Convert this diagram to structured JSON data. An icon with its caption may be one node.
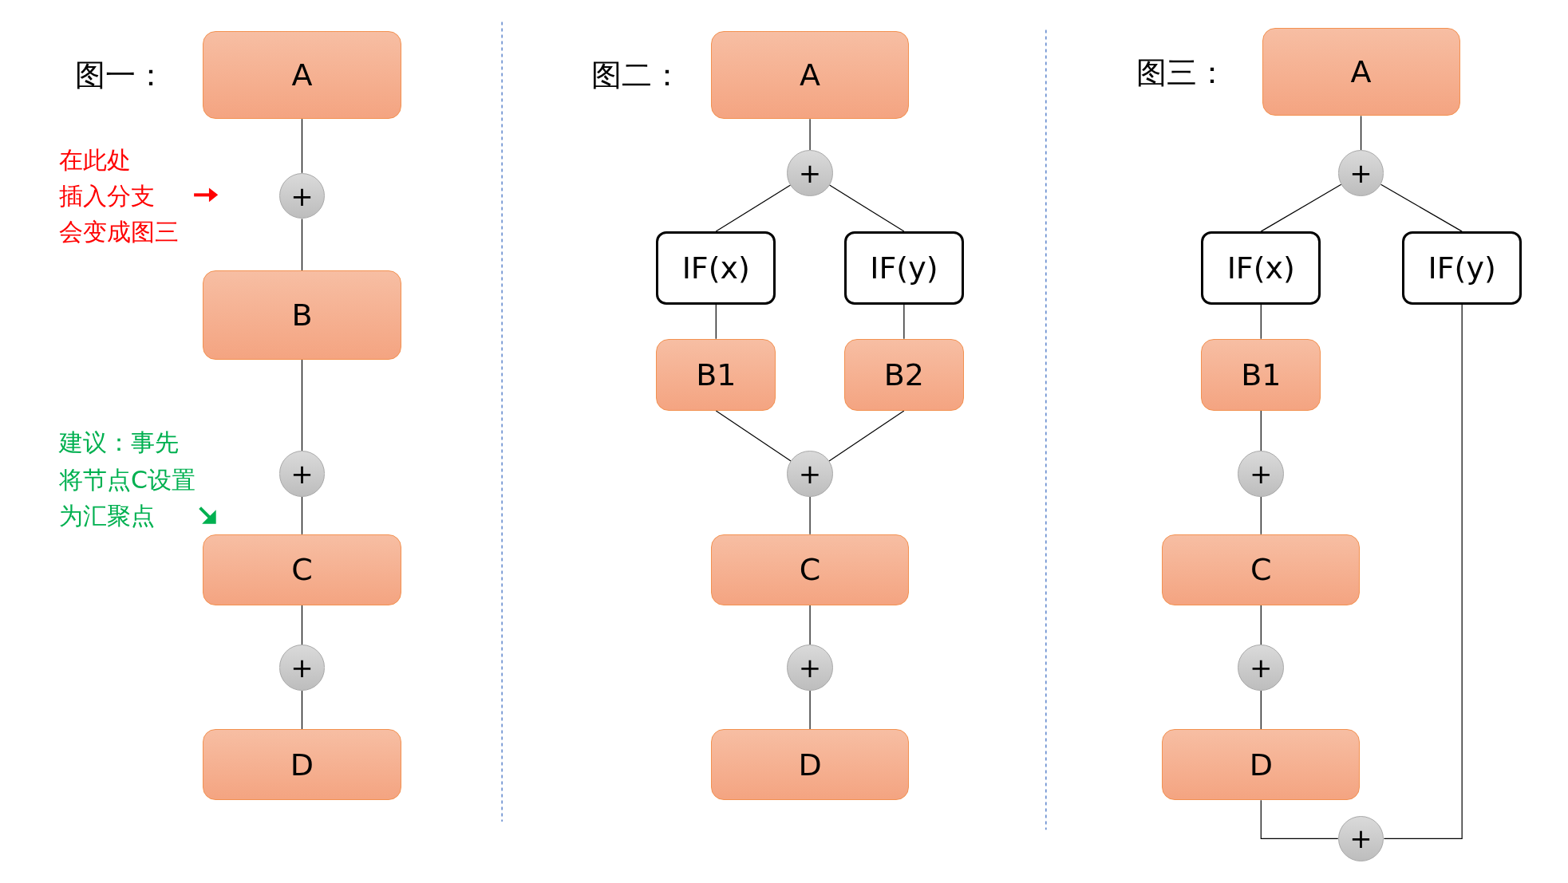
{
  "diagram": {
    "nodes": [
      {
        "text": [
          "A"
        ]
      },
      {
        "text": [
          "+"
        ]
      },
      {
        "text": [
          "B"
        ]
      },
      {
        "text": [
          "+"
        ]
      },
      {
        "text": [
          "C"
        ]
      },
      {
        "text": [
          "+"
        ]
      },
      {
        "text": [
          "D"
        ]
      },
      {
        "text": [
          "A"
        ]
      },
      {
        "text": [
          "+"
        ]
      },
      {
        "text": [
          "IF(x)"
        ]
      },
      {
        "text": [
          "IF(y)"
        ]
      },
      {
        "text": [
          "B1"
        ]
      },
      {
        "text": [
          "B2"
        ]
      },
      {
        "text": [
          "+"
        ]
      },
      {
        "text": [
          "C"
        ]
      },
      {
        "text": [
          "+"
        ]
      },
      {
        "text": [
          "D"
        ]
      },
      {
        "text": [
          "A"
        ]
      },
      {
        "text": [
          "+"
        ]
      },
      {
        "text": [
          "IF(x)"
        ]
      },
      {
        "text": [
          "IF(y)"
        ]
      },
      {
        "text": [
          "B1"
        ]
      },
      {
        "text": [
          "+"
        ]
      },
      {
        "text": [
          "C"
        ]
      },
      {
        "text": [
          "+"
        ]
      },
      {
        "text": [
          "D"
        ]
      },
      {
        "text": [
          "+"
        ]
      }
    ],
    "edges": [
      {
        "from": 0,
        "to": 1,
        "arrow": "none"
      },
      {
        "from": 1,
        "to": 2,
        "arrow": "none"
      },
      {
        "from": 2,
        "to": 3,
        "arrow": "none"
      },
      {
        "from": 3,
        "to": 4,
        "arrow": "none"
      },
      {
        "from": 4,
        "to": 5,
        "arrow": "none"
      },
      {
        "from": 5,
        "to": 6,
        "arrow": "none"
      },
      {
        "from": 7,
        "to": 8,
        "arrow": "none"
      },
      {
        "from": 8,
        "to": 9,
        "arrow": "none"
      },
      {
        "from": 8,
        "to": 10,
        "arrow": "none"
      },
      {
        "from": 9,
        "to": 11,
        "arrow": "none"
      },
      {
        "from": 10,
        "to": 12,
        "arrow": "none"
      },
      {
        "from": 11,
        "to": 13,
        "arrow": "none"
      },
      {
        "from": 12,
        "to": 13,
        "arrow": "none"
      },
      {
        "from": 13,
        "to": 14,
        "arrow": "none"
      },
      {
        "from": 14,
        "to": 15,
        "arrow": "none"
      },
      {
        "from": 15,
        "to": 16,
        "arrow": "none"
      },
      {
        "from": 17,
        "to": 18,
        "arrow": "none"
      },
      {
        "from": 18,
        "to": 19,
        "arrow": "none"
      },
      {
        "from": 18,
        "to": 20,
        "arrow": "none"
      },
      {
        "from": 19,
        "to": 21,
        "arrow": "none"
      },
      {
        "from": 21,
        "to": 22,
        "arrow": "none"
      },
      {
        "from": 22,
        "to": 23,
        "arrow": "none"
      },
      {
        "from": 23,
        "to": 24,
        "arrow": "none"
      },
      {
        "from": 24,
        "to": 25,
        "arrow": "none"
      },
      {
        "from": 25,
        "to": 26,
        "arrow": "none"
      },
      {
        "from": 20,
        "to": 26,
        "arrow": "none"
      }
    ],
    "labels": [
      "图一：",
      "图二：",
      "图三：",
      "在此处",
      "插入分支",
      "会变成图三",
      "建议：事先",
      "将节点C设置",
      "为汇聚点"
    ]
  }
}
